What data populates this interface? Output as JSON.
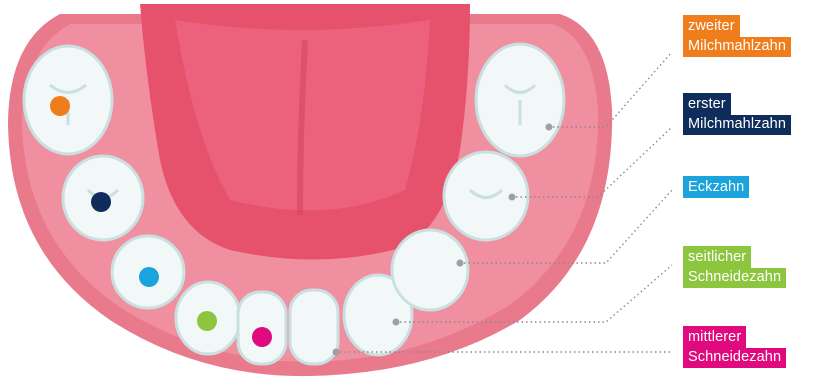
{
  "colors": {
    "gum": "#e87a8c",
    "gum_dark": "#d95f74",
    "tongue": "#e6516c",
    "tooth": "#f2f8f8",
    "tooth_shade": "#c9dfe0",
    "leader": "#8a8a8a"
  },
  "labels": [
    {
      "lines": [
        "zweiter",
        "Milchmahlzahn"
      ],
      "color": "#f07d1c",
      "marker": "orange"
    },
    {
      "lines": [
        "erster",
        "Milchmahlzahn"
      ],
      "color": "#0f2d5c",
      "marker": "navy"
    },
    {
      "lines": [
        "Eckzahn"
      ],
      "color": "#1aa3dd",
      "marker": "blue"
    },
    {
      "lines": [
        "seitlicher",
        "Schneidezahn"
      ],
      "color": "#8cc63f",
      "marker": "green"
    },
    {
      "lines": [
        "mittlerer",
        "Schneidezahn"
      ],
      "color": "#e0097d",
      "marker": "magenta"
    }
  ]
}
